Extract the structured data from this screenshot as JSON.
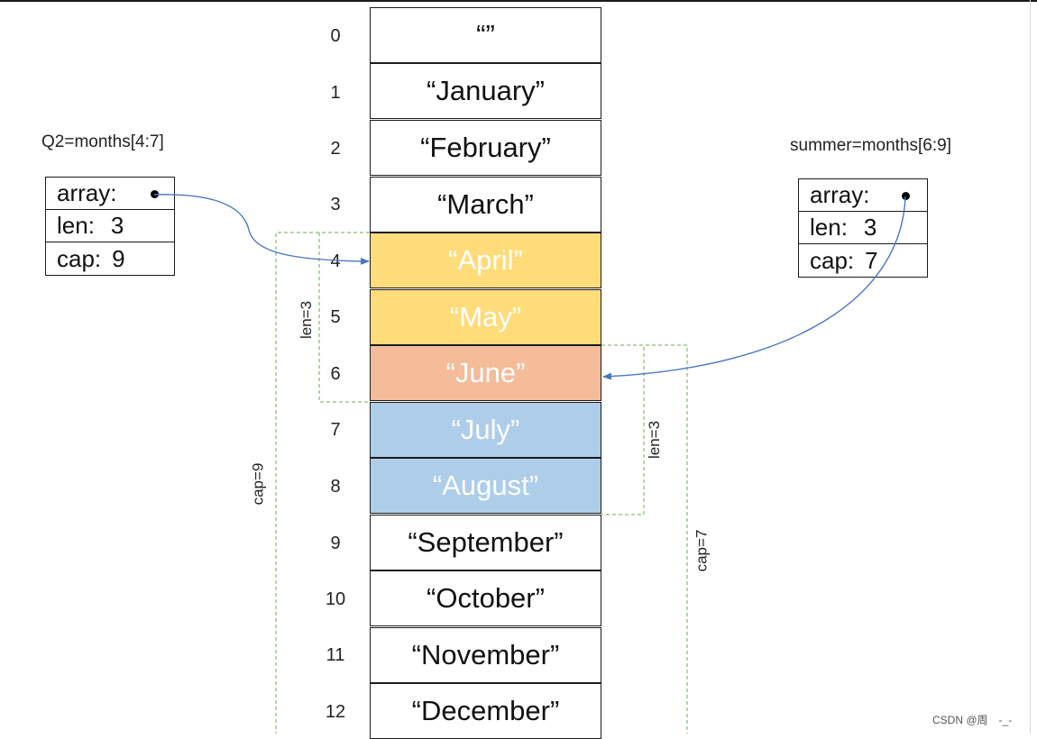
{
  "cells": [
    {
      "index": "0",
      "value": "“”"
    },
    {
      "index": "1",
      "value": "“January”"
    },
    {
      "index": "2",
      "value": "“February”"
    },
    {
      "index": "3",
      "value": "“March”"
    },
    {
      "index": "4",
      "value": "“April”"
    },
    {
      "index": "5",
      "value": "“May”"
    },
    {
      "index": "6",
      "value": "“June”"
    },
    {
      "index": "7",
      "value": "“July”"
    },
    {
      "index": "8",
      "value": "“August”"
    },
    {
      "index": "9",
      "value": "“September”"
    },
    {
      "index": "10",
      "value": "“October”"
    },
    {
      "index": "11",
      "value": "“November”"
    },
    {
      "index": "12",
      "value": "“December”"
    }
  ],
  "colors": {
    "q2_only": "#ffdc7a",
    "overlap": "#f5bc9a",
    "summer_only": "#aecde9",
    "arrow": "#4a76c4",
    "dashed": "#6aad4a"
  },
  "q2": {
    "caption": "Q2=months[4:7]",
    "array_label": "array:",
    "len_label": "len:",
    "len_value": "3",
    "cap_label": "cap:",
    "cap_value": "9",
    "len_bracket": "len=3",
    "cap_bracket": "cap=9"
  },
  "summer": {
    "caption": "summer=months[6:9]",
    "array_label": "array:",
    "len_label": "len:",
    "len_value": "3",
    "cap_label": "cap:",
    "cap_value": "7",
    "len_bracket": "len=3",
    "cap_bracket": "cap=7"
  },
  "watermark": "CSDN @周　-_-"
}
